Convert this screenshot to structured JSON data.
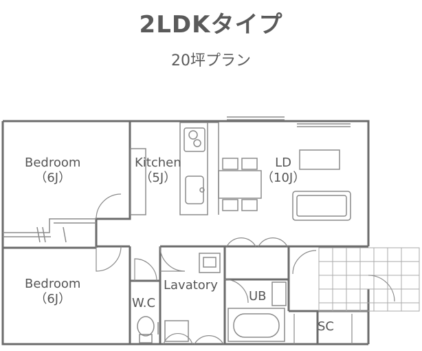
{
  "header": {
    "title": "2LDKタイプ",
    "subtitle": "20坪プラン"
  },
  "rooms": {
    "bedroom_top": {
      "name": "Bedroom",
      "size": "（6J）"
    },
    "kitchen": {
      "name": "Kitchen",
      "size": "（5J）"
    },
    "ld": {
      "name": "LD",
      "size": "（10J）"
    },
    "bedroom_bottom": {
      "name": "Bedroom",
      "size": "（6J）"
    },
    "wc": {
      "name": "W.C"
    },
    "lavatory": {
      "name": "Lavatory"
    },
    "ub": {
      "name": "UB"
    },
    "sc": {
      "name": "SC"
    }
  },
  "colors": {
    "wall": "#6b6b6b",
    "line": "#8a8a8a",
    "text": "#555555"
  }
}
